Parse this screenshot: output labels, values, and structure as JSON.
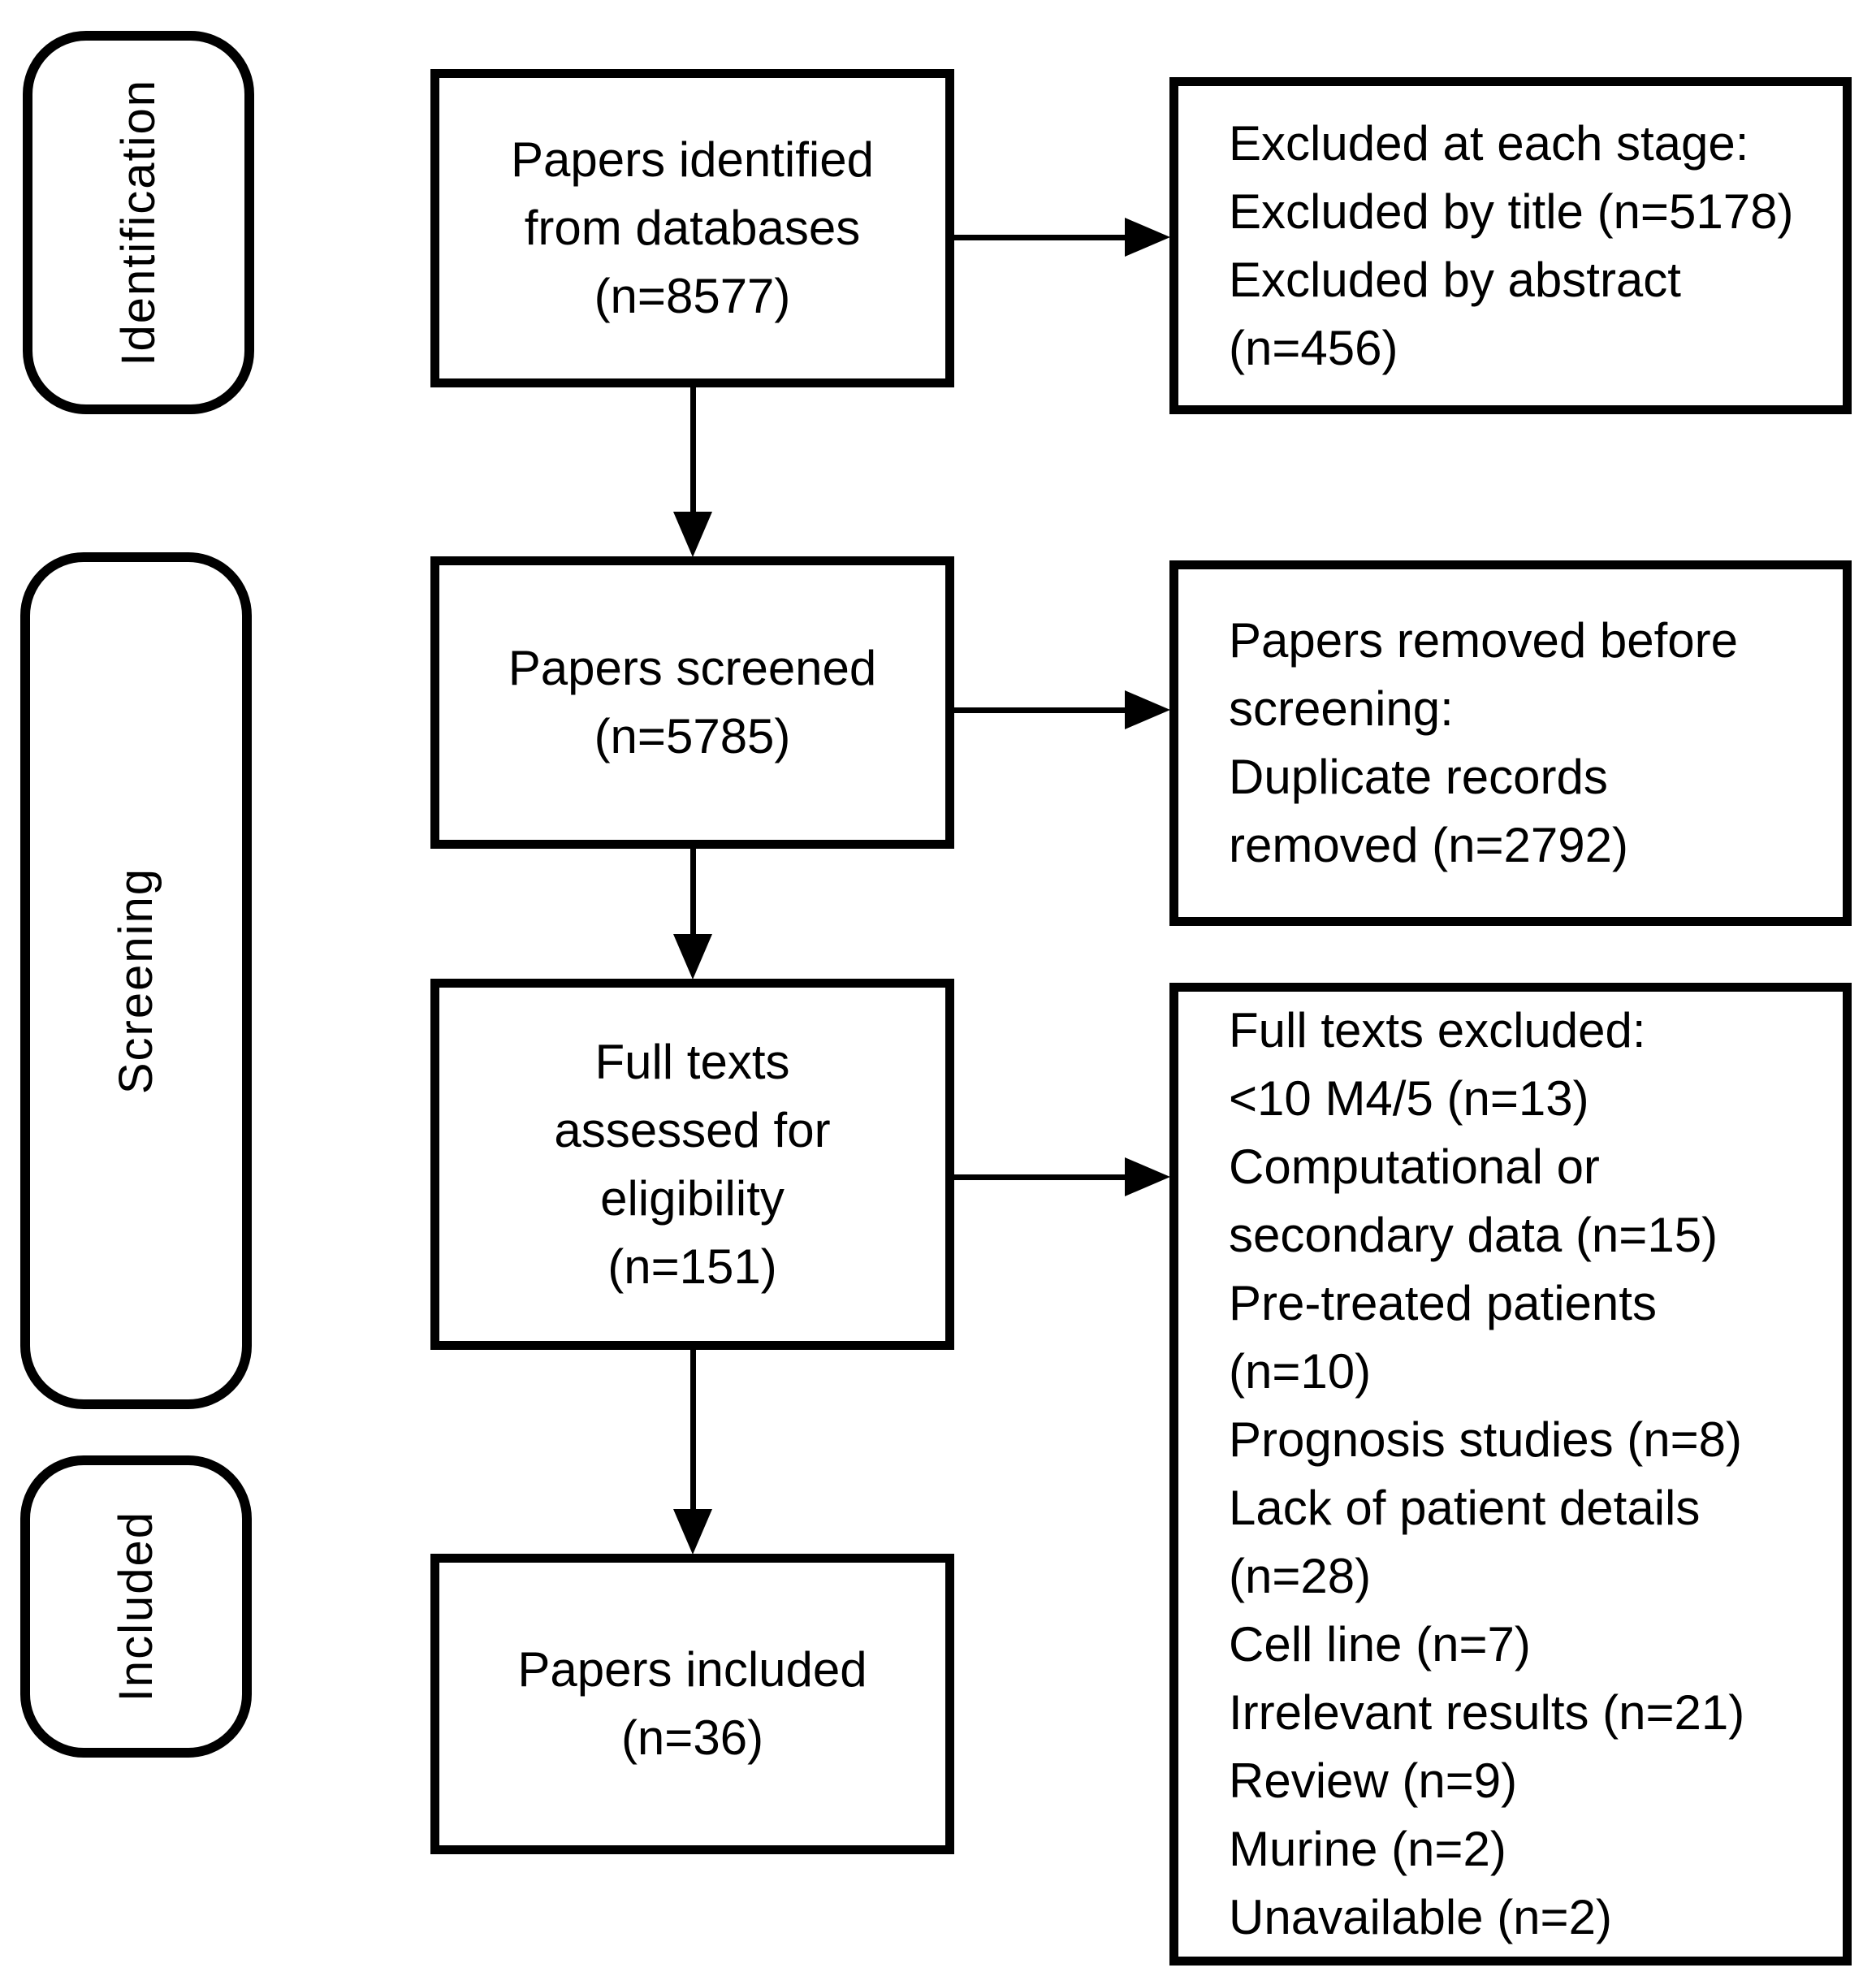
{
  "stages": {
    "identification": "Identification",
    "screening": "Screening",
    "included": "Included"
  },
  "flow": {
    "identified": {
      "text": "Papers identified\nfrom databases\n(n=8577)",
      "n": 8577
    },
    "screened": {
      "text": "Papers screened\n(n=5785)",
      "n": 5785
    },
    "full_texts_assessed": {
      "text": "Full texts\nassessed for\neligibility\n(n=151)",
      "n": 151
    },
    "included": {
      "text": "Papers included\n(n=36)",
      "n": 36
    }
  },
  "exclusions": {
    "at_each_stage": {
      "text": "Excluded at each stage:\nExcluded by title (n=5178)\nExcluded by abstract\n(n=456)",
      "excluded_by_title_n": 5178,
      "excluded_by_abstract_n": 456
    },
    "removed_before_screening": {
      "text": "Papers removed before\nscreening:\nDuplicate records\nremoved (n=2792)",
      "duplicate_records_removed_n": 2792
    },
    "full_texts_excluded": {
      "text": "Full texts excluded:\n<10 M4/5 (n=13)\nComputational or\nsecondary data (n=15)\nPre-treated patients\n(n=10)\nPrognosis studies (n=8)\nLack of patient details\n(n=28)\nCell line (n=7)\nIrrelevant results (n=21)\nReview (n=9)\nMurine (n=2)\nUnavailable (n=2)",
      "lt10_m45_n": 13,
      "computational_or_secondary_data_n": 15,
      "pre_treated_patients_n": 10,
      "prognosis_studies_n": 8,
      "lack_of_patient_details_n": 28,
      "cell_line_n": 7,
      "irrelevant_results_n": 21,
      "review_n": 9,
      "murine_n": 2,
      "unavailable_n": 2
    }
  },
  "colors": {
    "line": "#000000",
    "text": "#000000",
    "background": "#ffffff"
  }
}
